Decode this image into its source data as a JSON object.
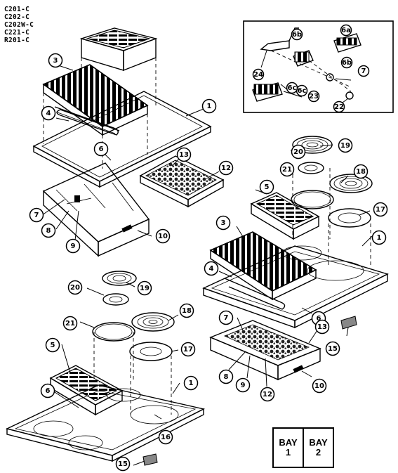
{
  "model_numbers": [
    "C201-C",
    "C202-C",
    "C202W-C",
    "C221-C",
    "R201-C"
  ],
  "callouts": {
    "g1": [
      "3",
      "4",
      "1",
      "6",
      "13",
      "12",
      "7",
      "8",
      "9",
      "10"
    ],
    "inset": [
      "6a",
      "6b",
      "6c",
      "24",
      "6b",
      "6c",
      "23",
      "22",
      "7"
    ],
    "g2": [
      "20",
      "19",
      "21",
      "18",
      "5",
      "17",
      "3",
      "1",
      "4",
      "6",
      "7",
      "13",
      "15",
      "8",
      "9",
      "12",
      "10"
    ],
    "g3": [
      "19",
      "20",
      "18",
      "21",
      "17",
      "5",
      "1",
      "6",
      "16",
      "15"
    ]
  },
  "bay_legend": {
    "bay1": {
      "word": "BAY",
      "num": "1"
    },
    "bay2": {
      "word": "BAY",
      "num": "2"
    }
  }
}
